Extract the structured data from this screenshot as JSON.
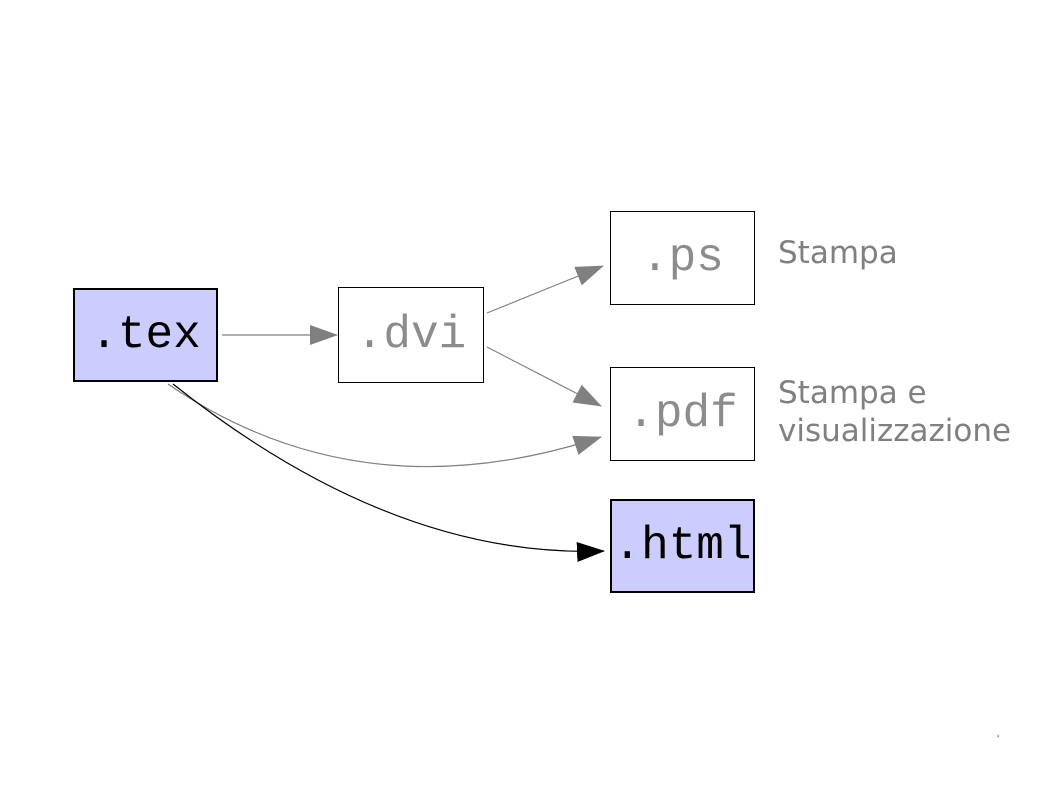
{
  "slide": {
    "background": "#ffffff",
    "footer_mark": "."
  },
  "colors": {
    "highlight_fill": "#ccccff",
    "plain_fill": "#ffffff",
    "node_border": "#000000",
    "dim_node_text": "#8c8c8c",
    "note_text": "#808080",
    "gray_arrow": "#808080",
    "black_arrow": "#000000"
  },
  "nodes": {
    "tex": {
      "label": ".tex",
      "highlighted": true
    },
    "dvi": {
      "label": ".dvi",
      "highlighted": false
    },
    "ps": {
      "label": ".ps",
      "highlighted": false
    },
    "pdf": {
      "label": ".pdf",
      "highlighted": false
    },
    "html": {
      "label": ".html",
      "highlighted": true
    }
  },
  "notes": {
    "ps": "Stampa",
    "pdf": "Stampa e\nvisualizzazione"
  },
  "edges": [
    {
      "from": ".tex",
      "to": ".dvi",
      "color": "gray",
      "shape": "straight"
    },
    {
      "from": ".dvi",
      "to": ".ps",
      "color": "gray",
      "shape": "straight"
    },
    {
      "from": ".dvi",
      "to": ".pdf",
      "color": "gray",
      "shape": "straight"
    },
    {
      "from": ".tex",
      "to": ".pdf",
      "color": "gray",
      "shape": "curved"
    },
    {
      "from": ".tex",
      "to": ".html",
      "color": "black",
      "shape": "curved"
    }
  ]
}
